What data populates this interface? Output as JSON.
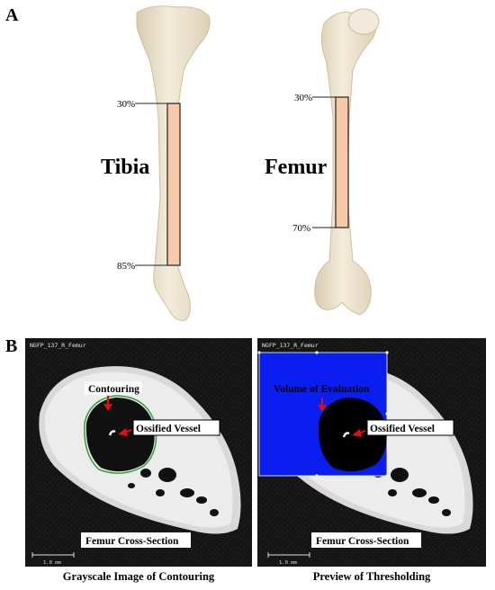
{
  "panel_a": {
    "letter": "A",
    "tibia": {
      "label": "Tibia",
      "top_pct": "30%",
      "bottom_pct": "85%"
    },
    "femur": {
      "label": "Femur",
      "top_pct": "30%",
      "bottom_pct": "70%"
    }
  },
  "panel_b": {
    "letter": "B",
    "left_image": {
      "header": "NGFP_137_R_Femur",
      "contour_label": "Contouring",
      "vessel_label": "Ossified Vessel",
      "section_label": "Femur Cross-Section",
      "scale_label": "1.0 mm",
      "caption": "Grayscale Image of Contouring"
    },
    "right_image": {
      "header": "NGFP_137_R_Femur",
      "voe_label": "Volume of Evaluation",
      "vessel_label": "Ossified Vessel",
      "section_label": "Femur Cross-Section",
      "scale_label": "1.0 mm",
      "caption": "Preview of Thresholding"
    }
  },
  "colors": {
    "bone": "#efe6d0",
    "region_fill": "#f8c9a8",
    "voe_blue": "#0a1ef0",
    "arrow_red": "#e01010",
    "contour_green": "#2fa13a"
  }
}
